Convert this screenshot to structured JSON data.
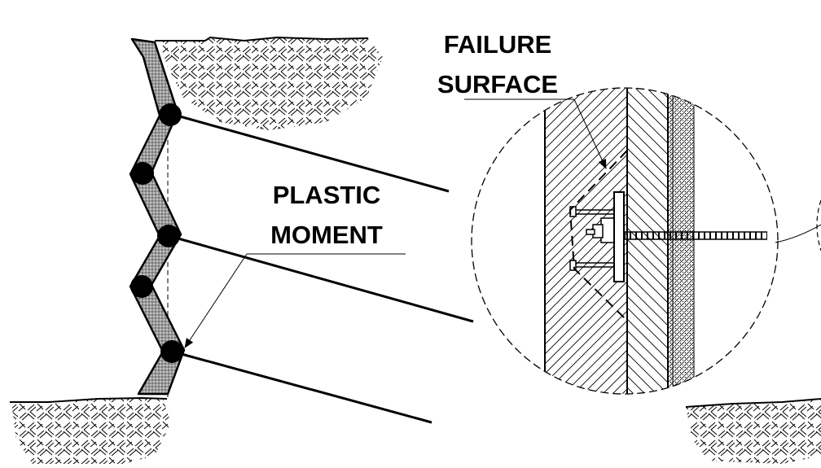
{
  "labels": {
    "failure_line1": "FAILURE",
    "failure_line2": "SURFACE",
    "plastic_line1": "PLASTIC",
    "plastic_line2": "MOMENT"
  },
  "colors": {
    "ink": "#000000",
    "wall_fill": "#8c8c8c",
    "paper": "#ffffff"
  }
}
